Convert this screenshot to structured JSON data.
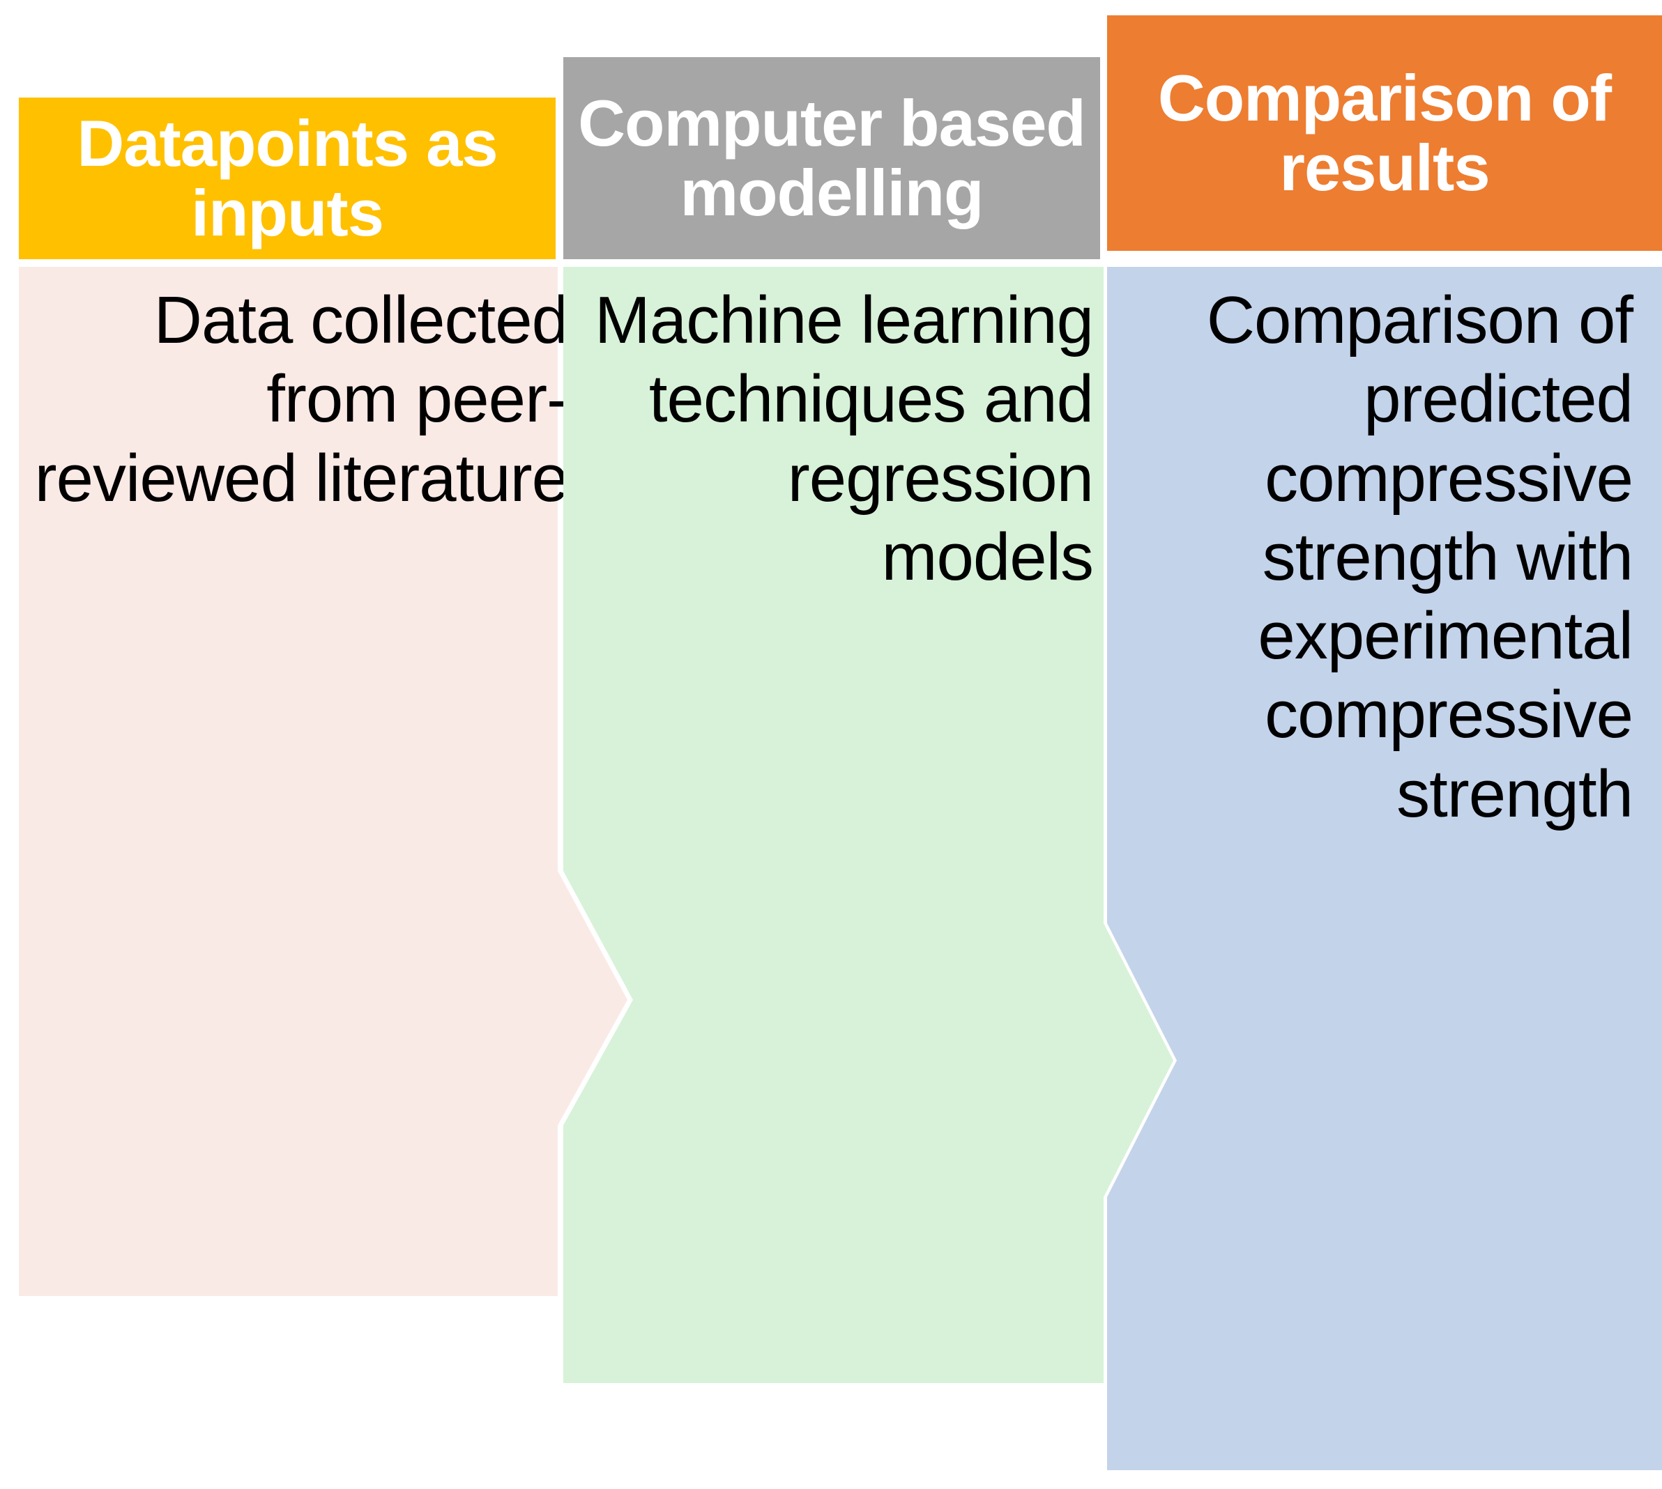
{
  "diagram": {
    "title": "Research methodology process flow",
    "type": "three-stage-chevron-process",
    "background_color": "#FFFFFF",
    "stages": [
      {
        "id": "inputs",
        "order": 1,
        "header_label": "Datapoints as inputs",
        "header_color": "#FFC000",
        "header_text_color": "#FFFFFF",
        "body_label": "Data collected from peer-reviewed literature",
        "body_color": "#FAEAE6",
        "body_text_color": "#000000",
        "shape": "chevron-right"
      },
      {
        "id": "modelling",
        "order": 2,
        "header_label": "Computer based modelling",
        "header_color": "#A6A6A6",
        "header_text_color": "#FFFFFF",
        "body_label": "Machine learning techniques and regression models",
        "body_color": "#D7F2D8",
        "body_text_color": "#000000",
        "shape": "chevron-right-notched"
      },
      {
        "id": "comparison",
        "order": 3,
        "header_label": "Comparison of results",
        "header_color": "#ED7D31",
        "header_text_color": "#FFFFFF",
        "body_label": "Comparison of predicted compressive strength with experimental compressive strength",
        "body_color": "#C3D3EA",
        "body_text_color": "#000000",
        "shape": "chevron-notched-left"
      }
    ]
  }
}
